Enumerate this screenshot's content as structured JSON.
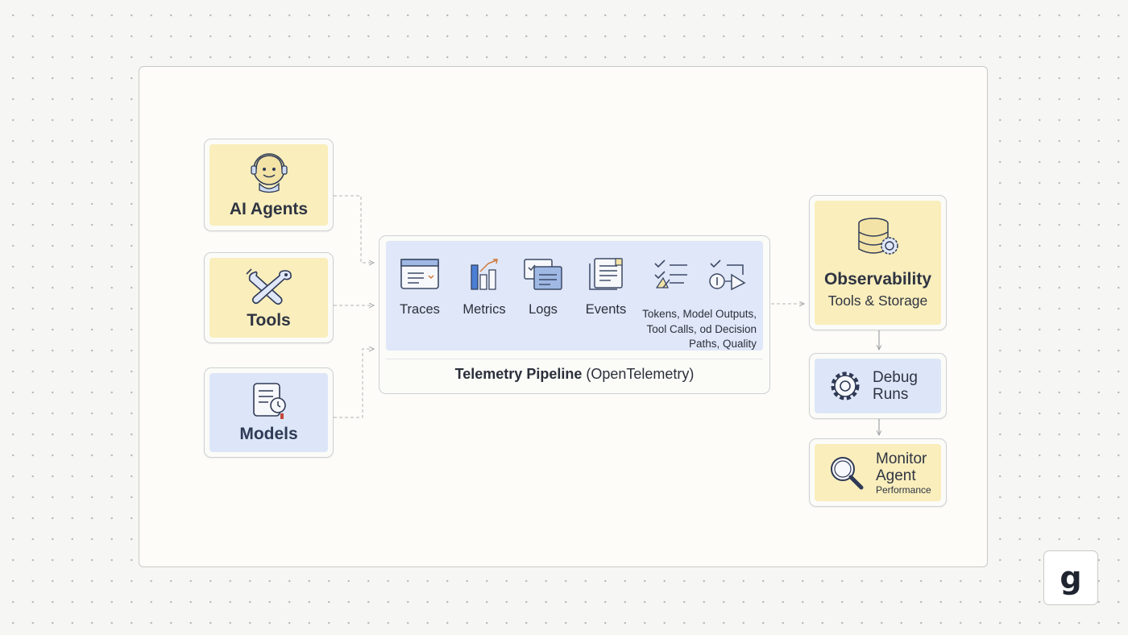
{
  "sources": {
    "agents": {
      "label": "AI Agents",
      "icon": "robot-head-icon"
    },
    "tools": {
      "label": "Tools",
      "icon": "wrench-screwdriver-icon"
    },
    "models": {
      "label": "Models",
      "icon": "document-clock-icon"
    }
  },
  "pipeline": {
    "signals": [
      {
        "label": "Traces",
        "icon": "browser-window-icon"
      },
      {
        "label": "Metrics",
        "icon": "bar-chart-icon"
      },
      {
        "label": "Logs",
        "icon": "stacked-windows-icon"
      },
      {
        "label": "Events",
        "icon": "document-pages-icon"
      }
    ],
    "extra_line1": "Tokens, Model Outputs,",
    "extra_line2": "Tool Calls, od Decision",
    "extra_line3": "Paths, Quality",
    "extra_icons": [
      "checklist-icon",
      "decision-path-icon"
    ],
    "title": "Telemetry Pipeline",
    "subtitle": "(OpenTelemetry)"
  },
  "observability": {
    "title": "Observability",
    "subtitle": "Tools & Storage",
    "icon": "database-gear-icon"
  },
  "debug": {
    "line1": "Debug",
    "line2": "Runs",
    "icon": "gear-icon"
  },
  "monitor": {
    "line1": "Monitor",
    "line2": "Agent",
    "line3": "Performance",
    "icon": "magnifier-icon"
  },
  "logo": {
    "letter": "g"
  },
  "colors": {
    "yellow_fill": "#f9eebc",
    "blue_fill": "#dde6f8",
    "icon_blue": "#4a7fd4",
    "text_dark": "#2f3442"
  }
}
